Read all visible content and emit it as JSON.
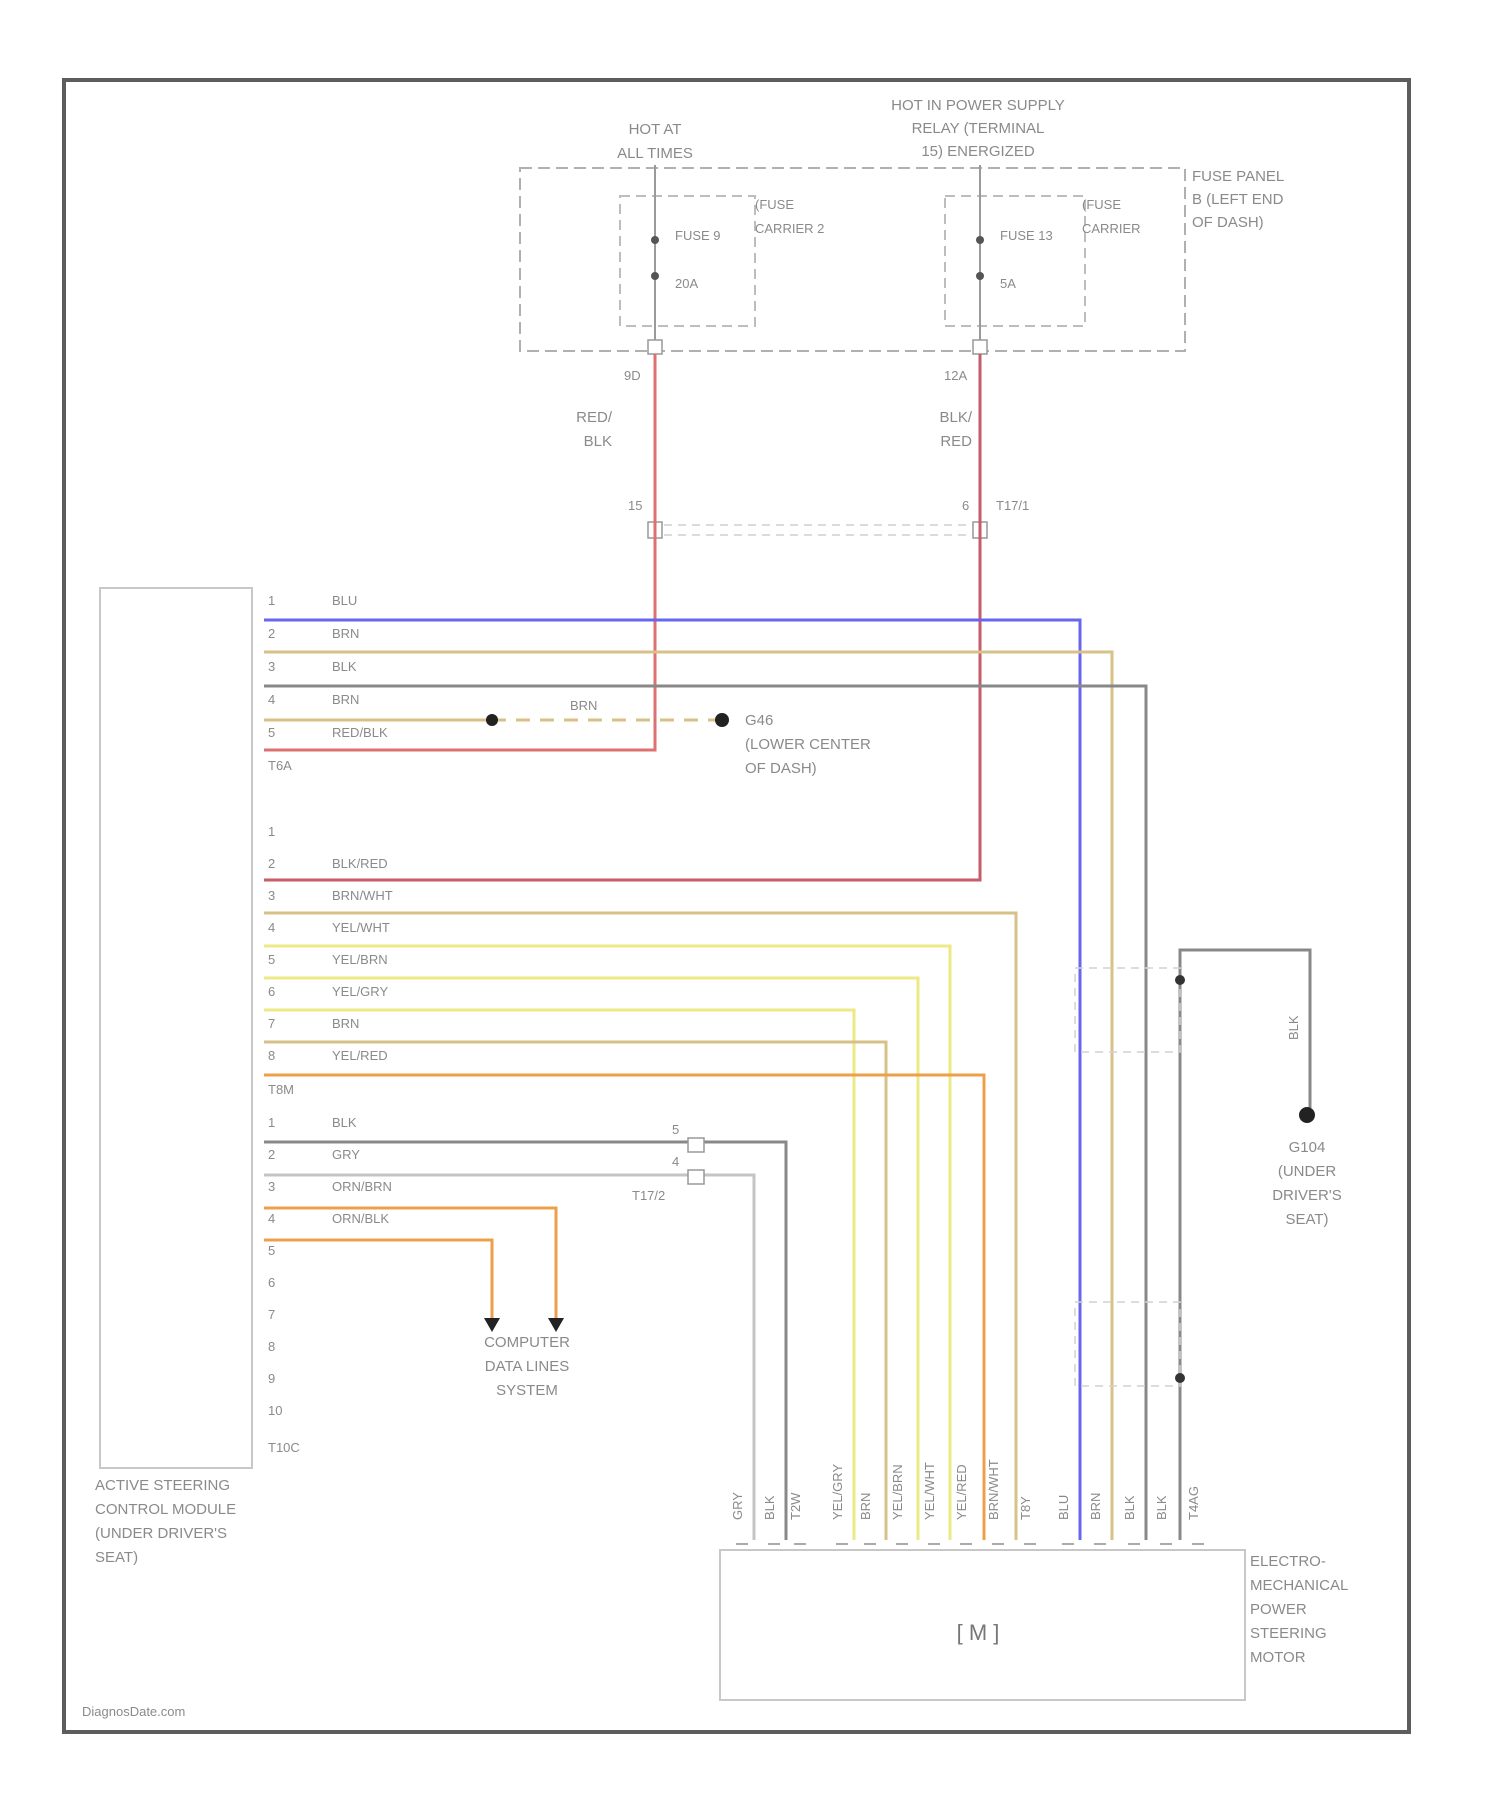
{
  "top": {
    "hot_at_all_times": [
      "HOT AT",
      "ALL TIMES"
    ],
    "hot_in_power_supply": [
      "HOT IN POWER SUPPLY",
      "RELAY (TERMINAL",
      "15) ENERGIZED"
    ],
    "fuse_panel": [
      "FUSE PANEL",
      "B (LEFT END",
      "OF DASH)"
    ]
  },
  "fuses": [
    {
      "name": "FUSE 9",
      "rating": "20A",
      "carrier": [
        "(FUSE",
        "CARRIER 2"
      ],
      "terminal": "9D"
    },
    {
      "name": "FUSE 13",
      "rating": "5A",
      "carrier": [
        "(FUSE",
        "CARRIER"
      ],
      "terminal": "12A"
    }
  ],
  "feed_wires": {
    "left_color": [
      "RED/",
      "BLK"
    ],
    "right_color": [
      "BLK/",
      "RED"
    ],
    "left_pin": "15",
    "right_pin": "6",
    "connector": "T17/1"
  },
  "groups": [
    {
      "connector": "T6A",
      "pins": [
        {
          "num": "1",
          "color": "BLU"
        },
        {
          "num": "2",
          "color": "BRN"
        },
        {
          "num": "3",
          "color": "BLK"
        },
        {
          "num": "4",
          "color": "BRN"
        },
        {
          "num": "5",
          "color": "RED/BLK"
        }
      ]
    },
    {
      "connector": "T8M",
      "pins": [
        {
          "num": "1",
          "color": ""
        },
        {
          "num": "2",
          "color": "BLK/RED"
        },
        {
          "num": "3",
          "color": "BRN/WHT"
        },
        {
          "num": "4",
          "color": "YEL/WHT"
        },
        {
          "num": "5",
          "color": "YEL/BRN"
        },
        {
          "num": "6",
          "color": "YEL/GRY"
        },
        {
          "num": "7",
          "color": "BRN"
        },
        {
          "num": "8",
          "color": "YEL/RED"
        }
      ]
    },
    {
      "connector": "T10C",
      "pins": [
        {
          "num": "1",
          "color": "BLK"
        },
        {
          "num": "2",
          "color": "GRY"
        },
        {
          "num": "3",
          "color": "ORN/BRN"
        },
        {
          "num": "4",
          "color": "ORN/BLK"
        },
        {
          "num": "5",
          "color": ""
        },
        {
          "num": "6",
          "color": ""
        },
        {
          "num": "7",
          "color": ""
        },
        {
          "num": "8",
          "color": ""
        },
        {
          "num": "9",
          "color": ""
        },
        {
          "num": "10",
          "color": ""
        }
      ]
    }
  ],
  "ground_g46": {
    "id": "G46",
    "location": [
      "(LOWER CENTER",
      "OF DASH)"
    ],
    "wire": "BRN"
  },
  "ground_g104": {
    "id": "G104",
    "location": [
      "(UNDER",
      "DRIVER'S",
      "SEAT)"
    ],
    "wire": "BLK"
  },
  "t17_pins": {
    "pin5": "5",
    "pin4": "4",
    "connector": "T17/2"
  },
  "computer_data_lines": [
    "COMPUTER",
    "DATA LINES",
    "SYSTEM"
  ],
  "module_label": [
    "ACTIVE STEERING",
    "CONTROL MODULE",
    "(UNDER DRIVER'S",
    "SEAT)"
  ],
  "motor": {
    "symbol": "[ M ]",
    "label": [
      "ELECTRO-",
      "MECHANICAL",
      "POWER",
      "STEERING",
      "MOTOR"
    ],
    "vertical_labels": [
      "GRY",
      "BLK",
      "T2W",
      "YEL/GRY",
      "BRN",
      "YEL/BRN",
      "YEL/WHT",
      "YEL/RED",
      "BRN/WHT",
      "T8Y",
      "BLU",
      "BRN",
      "BLK",
      "BLK",
      "T4AG"
    ]
  },
  "watermark": "DiagnosDate.com",
  "wire_colors": {
    "blue": "#6666ee",
    "red": "#dd7070",
    "darkred": "#c45c6a",
    "tan": "#d8c188",
    "yellow": "#ecea86",
    "orange": "#eca04a",
    "gray": "#888888",
    "lightgray": "#c4c4c4"
  }
}
